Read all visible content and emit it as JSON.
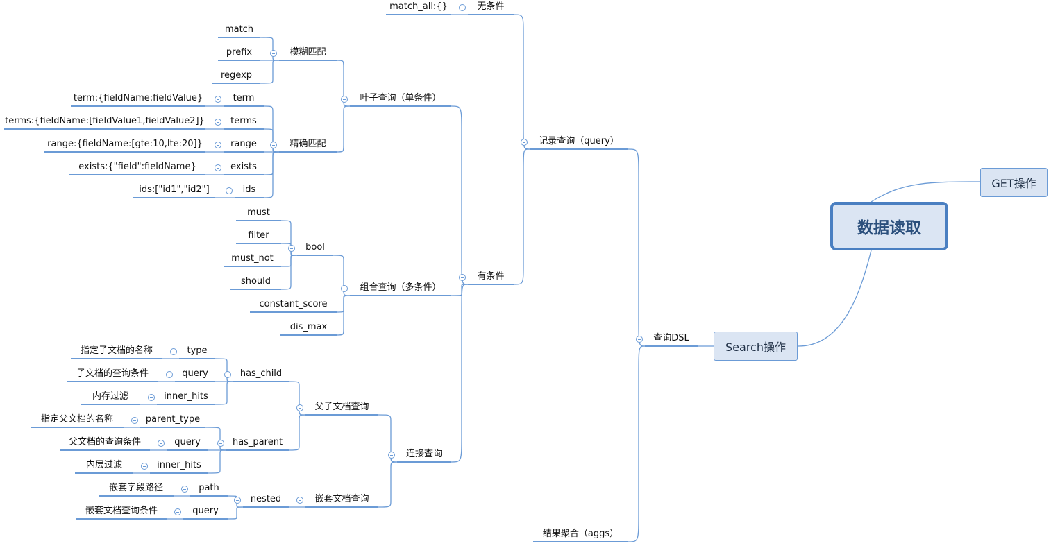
{
  "diagram": {
    "root": "数据读取",
    "get_op": "GET操作",
    "search_op": "Search操作",
    "query_dsl": "查询DSL",
    "record_query": "记录查询（query）",
    "aggs": "结果聚合（aggs）",
    "no_condition": "无条件",
    "match_all": "match_all:{}",
    "has_condition": "有条件",
    "leaf_query": "叶子查询（单条件）",
    "fuzzy_match": "模糊匹配",
    "match": "match",
    "prefix": "prefix",
    "regexp": "regexp",
    "exact_match": "精确匹配",
    "term": "term",
    "term_ex": "term:{fieldName:fieldValue}",
    "terms": "terms",
    "terms_ex": "terms:{fieldName:[fieldValue1,fieldValue2]}",
    "range": "range",
    "range_ex": "range:{fieldName:[gte:10,lte:20]}",
    "exists": "exists",
    "exists_ex": "exists:{\"field\":fieldName}",
    "ids": "ids",
    "ids_ex": "ids:[\"id1\",\"id2\"]",
    "compound_query": "组合查询（多条件）",
    "bool": "bool",
    "must": "must",
    "filter": "filter",
    "must_not": "must_not",
    "should": "should",
    "constant_score": "constant_score",
    "dis_max": "dis_max",
    "join_query": "连接查询",
    "parent_child_query": "父子文档查询",
    "has_child": "has_child",
    "hc_type": "type",
    "hc_type_desc": "指定子文档的名称",
    "hc_query": "query",
    "hc_query_desc": "子文档的查询条件",
    "hc_inner_hits": "inner_hits",
    "hc_inner_hits_desc": "内存过滤",
    "has_parent": "has_parent",
    "hp_parent_type": "parent_type",
    "hp_parent_type_desc": "指定父文档的名称",
    "hp_query": "query",
    "hp_query_desc": "父文档的查询条件",
    "hp_inner_hits": "inner_hits",
    "hp_inner_hits_desc": "内层过滤",
    "nested_query": "嵌套文档查询",
    "nested": "nested",
    "n_path": "path",
    "n_path_desc": "嵌套字段路径",
    "n_query": "query",
    "n_query_desc": "嵌套文档查询条件"
  },
  "colors": {
    "line": "#6b9bd6",
    "root_border": "#4a7fc1",
    "box_fill": "#dbe5f3"
  }
}
